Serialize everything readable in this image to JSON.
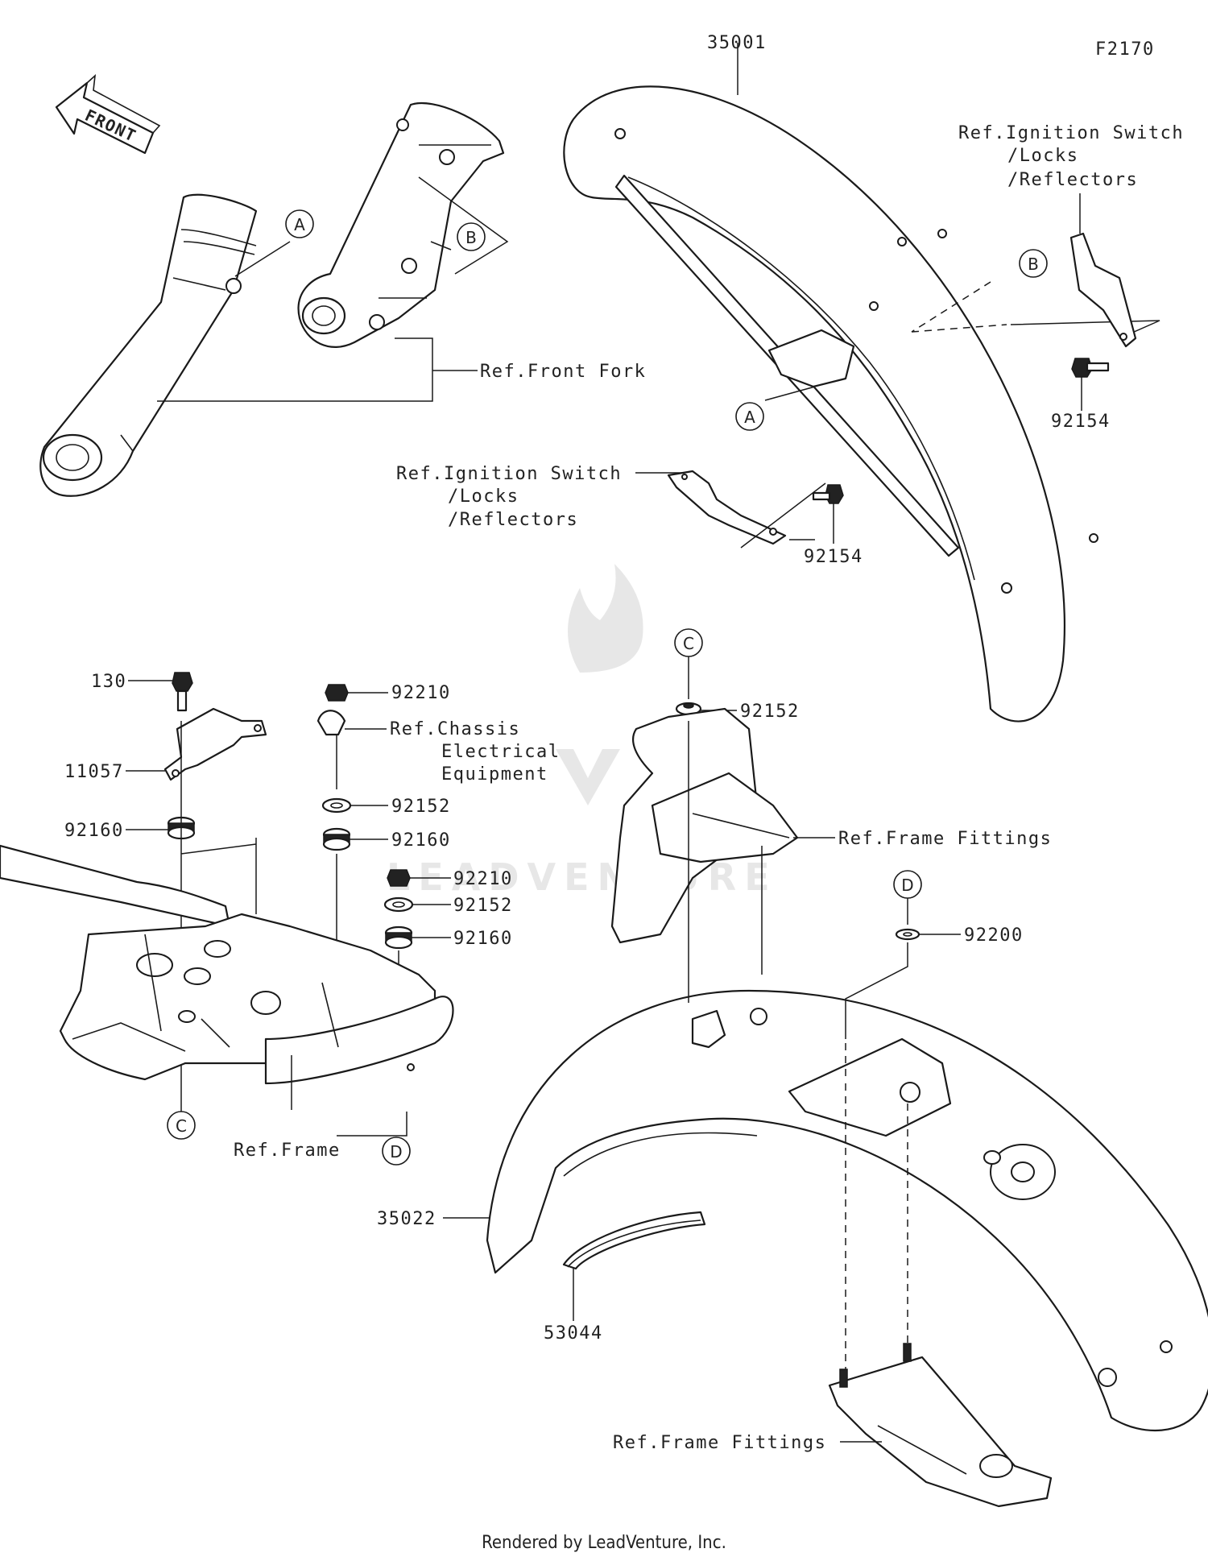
{
  "diagram_code": "F2170",
  "front_arrow": {
    "text": "FRONT"
  },
  "parts": {
    "front_fender": "35001",
    "rear_fender": "35022",
    "rear_fender_liner": "53044",
    "bracket": "11057",
    "bolt_130": "130",
    "bolt_92154_right": "92154",
    "bolt_92154_left": "92154",
    "nut_92210_top": "92210",
    "nut_92210_bottom": "92210",
    "collar_92152_top": "92152",
    "collar_92152_bottom": "92152",
    "collar_92152_c": "92152",
    "grommet_92160_left": "92160",
    "grommet_92160_mid": "92160",
    "grommet_92160_bottom": "92160",
    "washer_92200": "92200"
  },
  "refs": {
    "front_fork": "Ref.Front Fork",
    "ignition_right": [
      "Ref.Ignition Switch",
      "/Locks",
      "/Reflectors"
    ],
    "ignition_left": [
      "Ref.Ignition Switch",
      "/Locks",
      "/Reflectors"
    ],
    "chassis_electrical": [
      "Ref.Chassis",
      "Electrical",
      "Equipment"
    ],
    "frame_fittings_top": "Ref.Frame Fittings",
    "frame_fittings_bottom": "Ref.Frame Fittings",
    "frame": "Ref.Frame"
  },
  "callouts": {
    "a": "A",
    "b": "B",
    "c": "C",
    "d": "D"
  },
  "watermark": "LEADVENTURE",
  "footer": "Rendered by LeadVenture, Inc."
}
